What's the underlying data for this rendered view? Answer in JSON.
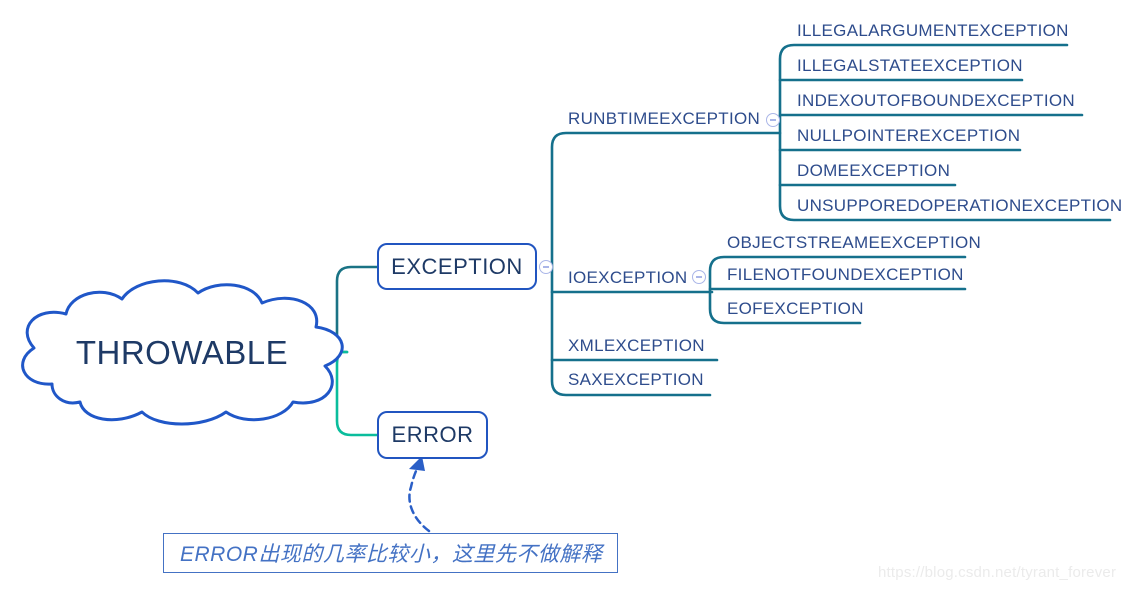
{
  "root": {
    "label": "THROWABLE"
  },
  "branches": {
    "exception": {
      "label": "EXCEPTION"
    },
    "error": {
      "label": "ERROR"
    }
  },
  "exception_children": {
    "runbtime": {
      "label": "RUNBTIMEEXCEPTION"
    },
    "io": {
      "label": "IOEXCEPTION"
    },
    "xml": {
      "label": "XMLEXCEPTION"
    },
    "sax": {
      "label": "SAXEXCEPTION"
    }
  },
  "runbtime_children": [
    "ILLEGALARGUMENTEXCEPTION",
    "ILLEGALSTATEEXCEPTION",
    "INDEXOUTOFBOUNDEXCEPTION",
    "NULLPOINTEREXCEPTION",
    "DOMEEXCEPTION",
    "UNSUPPOREDOPERATIONEXCEPTION"
  ],
  "io_children": [
    "OBJECTSTREAMEEXCEPTION",
    "FILENOTFOUNDEXCEPTION",
    "EOFEXCEPTION"
  ],
  "note": {
    "text": "ERROR出现的几率比较小，这里先不做解释"
  },
  "watermark": {
    "text": "https://blog.csdn.net/tyrant_forever"
  },
  "icons": {
    "collapse": "minus-in-circle"
  },
  "colors": {
    "connector_teal": "#15708C",
    "connector_green": "#0ABD9C",
    "node_border_blue": "#2155C0",
    "node_text_navy": "#1E3A66",
    "topic_text_blue": "#2E4C8C",
    "note_blue": "#4472C4",
    "collapse_icon_blue": "#AAB6E8",
    "arrow_dashed_blue": "#2B5FC7"
  }
}
